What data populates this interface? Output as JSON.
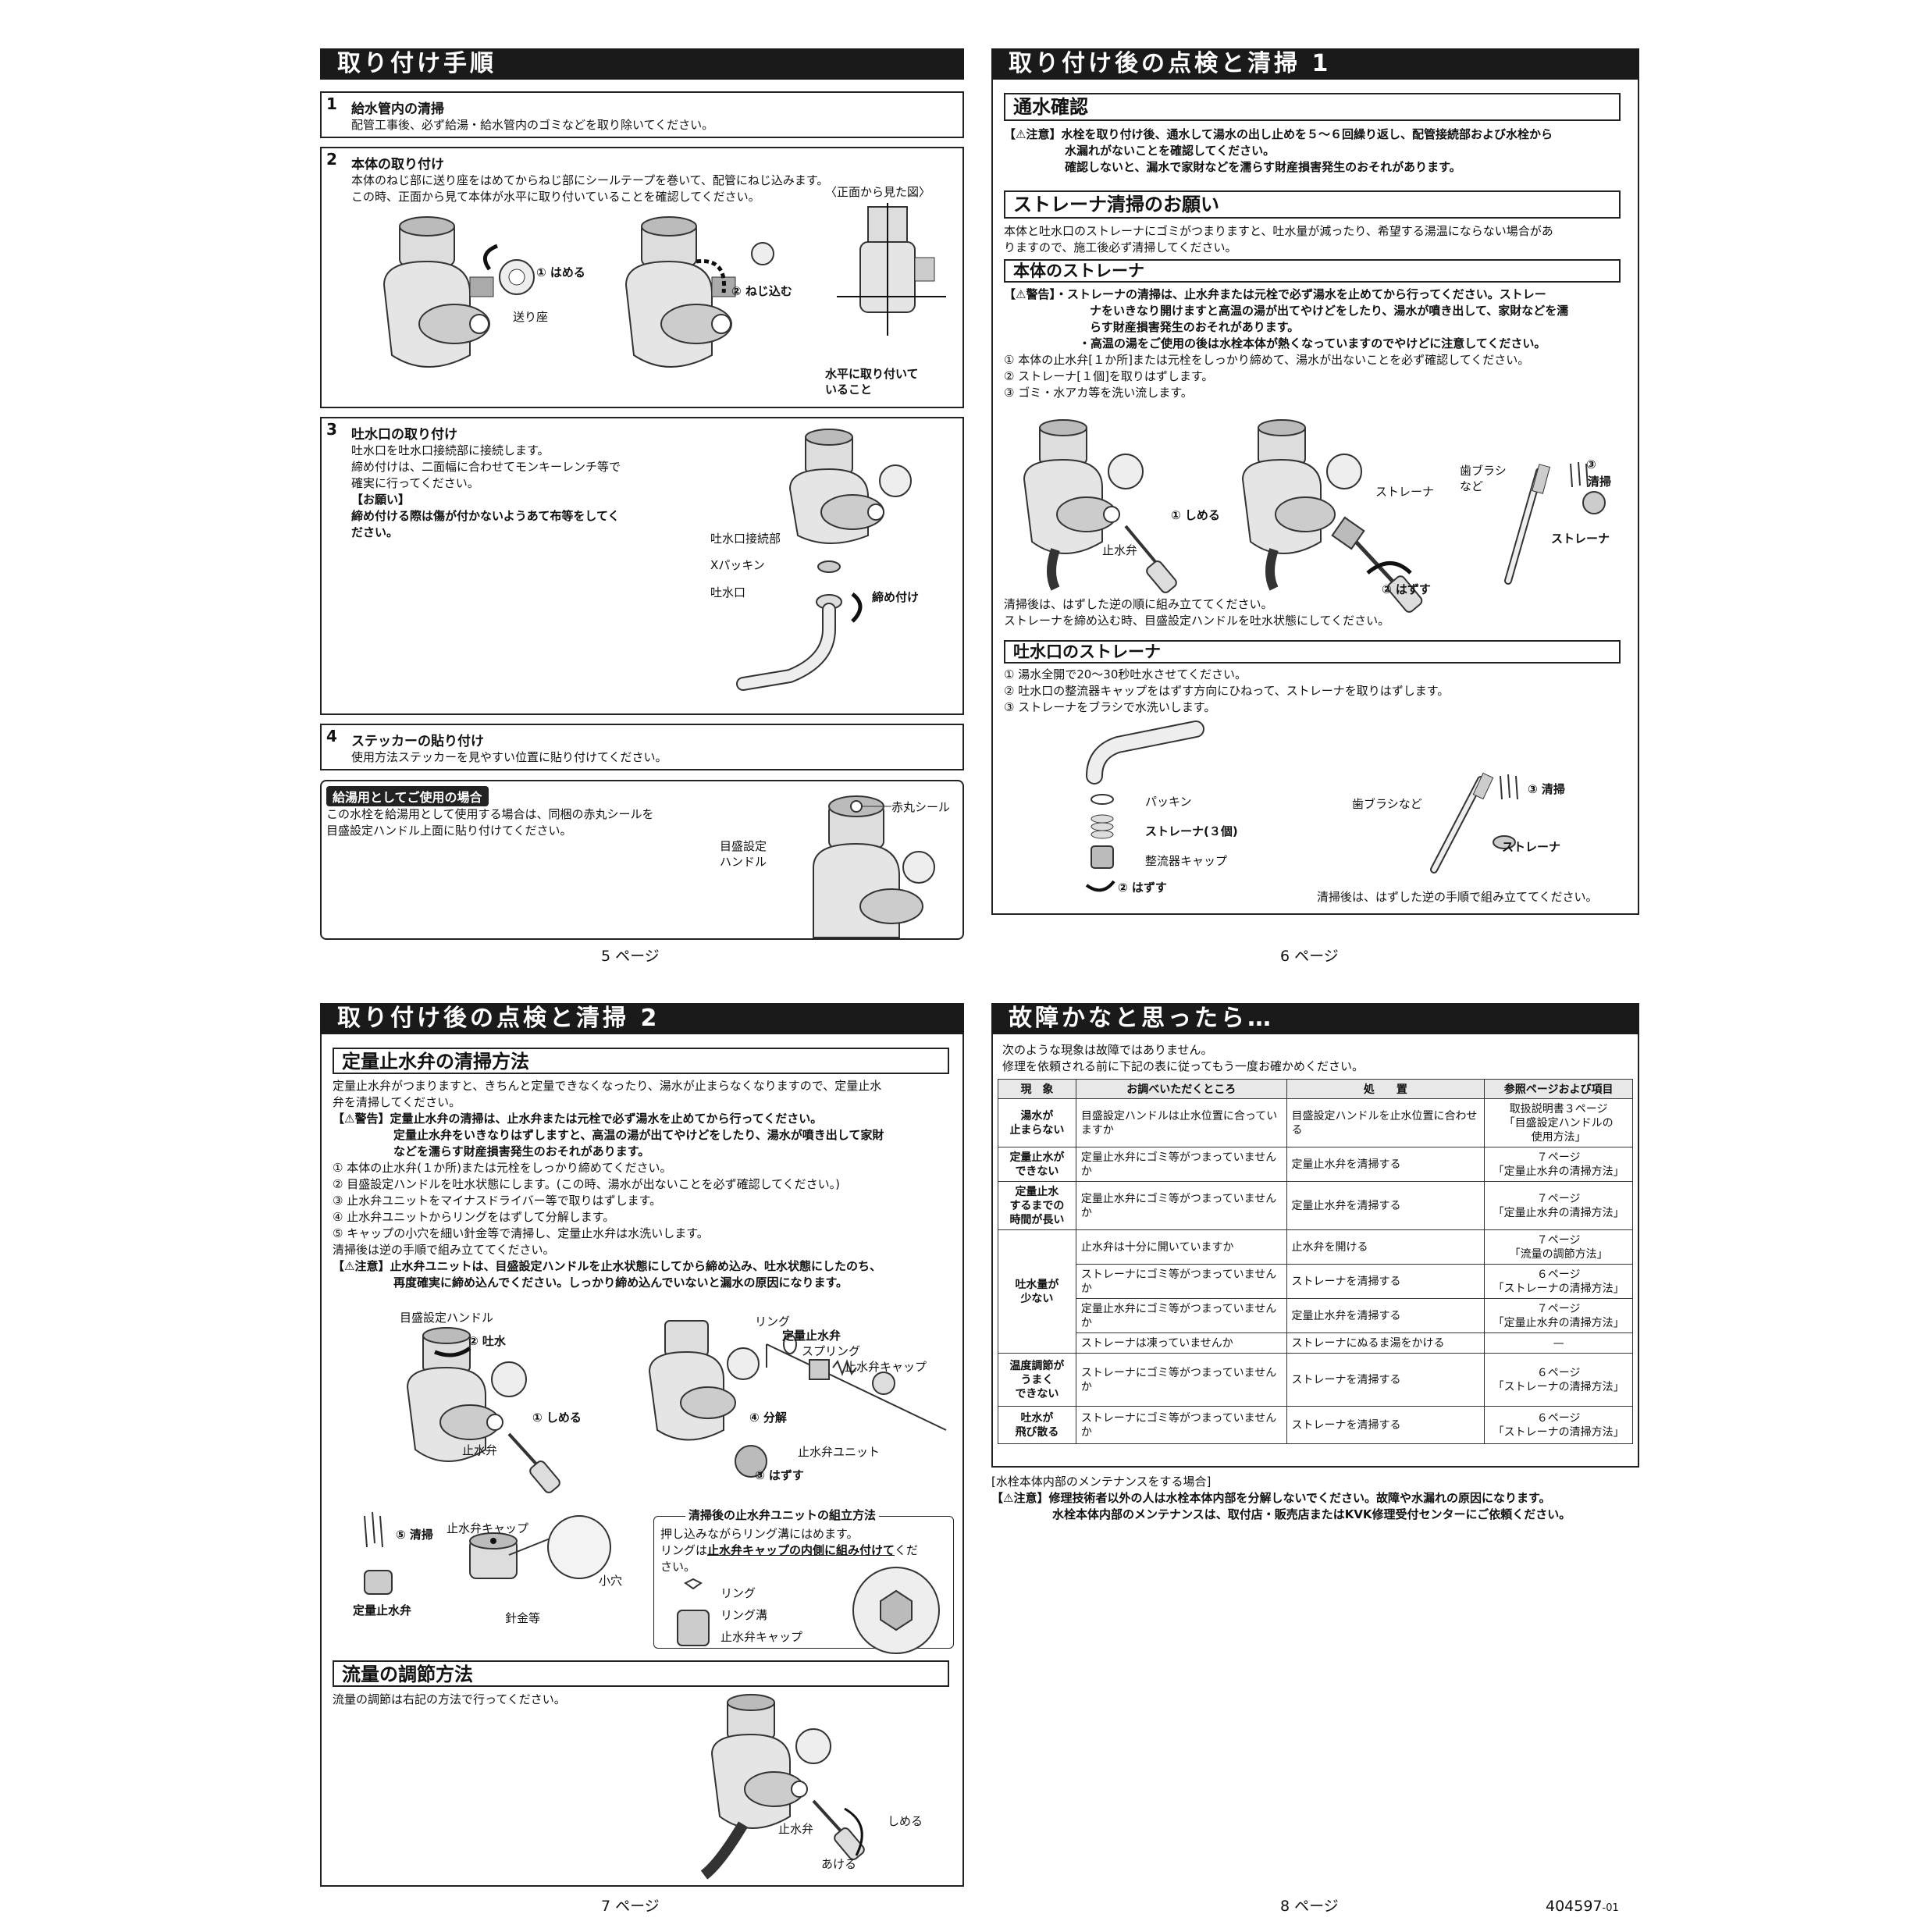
{
  "p5": {
    "banner": "取り付け手順",
    "s1": {
      "num": "1",
      "title": "給水管内の清掃",
      "text": "配管工事後、必ず給湯・給水管内のゴミなどを取り除いてください。"
    },
    "s2": {
      "num": "2",
      "title": "本体の取り付け",
      "text1": "本体のねじ部に送り座をはめてからねじ部にシールテープを巻いて、配管にねじ込みます。",
      "text2": "この時、正面から見て本体が水平に取り付いていることを確認してください。",
      "lbl_hameru": "① はめる",
      "lbl_okuriza": "送り座",
      "lbl_nejikomu": "② ねじ込む",
      "lbl_front": "〈正面から見た図〉",
      "lbl_horizontal1": "水平に取り付いて",
      "lbl_horizontal2": "いること"
    },
    "s3": {
      "num": "3",
      "title": "吐水口の取り付け",
      "text1": "吐水口を吐水口接続部に接続します。",
      "text2": "締め付けは、二面幅に合わせてモンキーレンチ等で",
      "text3": "確実に行ってください。",
      "note_title": "【お願い】",
      "note1": "締め付ける際は傷が付かないようあて布等をしてく",
      "note2": "ださい。",
      "lbl_connect": "吐水口接続部",
      "lbl_xpacking": "Xパッキン",
      "lbl_spout": "吐水口",
      "lbl_tighten": "締め付け"
    },
    "s4": {
      "num": "4",
      "title": "ステッカーの貼り付け",
      "text": "使用方法ステッカーを見やすい位置に貼り付けてください。"
    },
    "hot": {
      "tag": "給湯用としてご使用の場合",
      "text1": "この水栓を給湯用として使用する場合は、同梱の赤丸シールを",
      "text2": "目盛設定ハンドル上面に貼り付けてください。",
      "lbl_seal": "赤丸シール",
      "lbl_handle1": "目盛設定",
      "lbl_handle2": "ハンドル"
    },
    "page": "5 ページ"
  },
  "p6": {
    "banner": "取り付け後の点検と清掃 1",
    "water_check": {
      "title": "通水確認",
      "caution": "【⚠注意】水栓を取り付け後、通水して湯水の出し止めを５～６回繰り返し、配管接続部および水栓から",
      "c2": "水漏れがないことを確認してください。",
      "c3": "確認しないと、漏水で家財などを濡らす財産損害発生のおそれがあります。"
    },
    "strainer_req": {
      "title": "ストレーナ清掃のお願い",
      "t1": "本体と吐水口のストレーナにゴミがつまりますと、吐水量が減ったり、希望する湯温にならない場合があ",
      "t2": "りますので、施工後必ず清掃してください。"
    },
    "body_strainer": {
      "title": "本体のストレーナ",
      "w1": "【⚠警告】・ストレーナの清掃は、止水弁または元栓で必ず湯水を止めてから行ってください。ストレー",
      "w2": "ナをいきなり開けますと高温の湯が出てやけどをしたり、湯水が噴き出して、家財などを濡",
      "w3": "らす財産損害発生のおそれがあります。",
      "w4": "・高温の湯をご使用の後は水栓本体が熱くなっていますのでやけどに注意してください。",
      "step1": "① 本体の止水弁[１か所]または元栓をしっかり締めて、湯水が出ないことを必ず確認してください。",
      "step2": "② ストレーナ[１個]を取りはずします。",
      "step3": "③ ゴミ・水アカ等を洗い流します。",
      "lbl_shimeru": "① しめる",
      "lbl_valve": "止水弁",
      "lbl_strainer": "ストレーナ",
      "lbl_hazusu": "② はずす",
      "lbl_brush1": "歯ブラシ",
      "lbl_brush2": "など",
      "lbl_clean1": "③",
      "lbl_clean2": "清掃",
      "lbl_strainer2": "ストレーナ",
      "after1": "清掃後は、はずした逆の順に組み立ててください。",
      "after2": "ストレーナを締め込む時、目盛設定ハンドルを吐水状態にしてください。"
    },
    "spout_strainer": {
      "title": "吐水口のストレーナ",
      "step1": "① 湯水全開で20〜30秒吐水させてください。",
      "step2": "② 吐水口の整流器キャップをはずす方向にひねって、ストレーナを取りはずします。",
      "step3": "③ ストレーナをブラシで水洗いします。",
      "lbl_packing": "パッキン",
      "lbl_strainer3": "ストレーナ(３個)",
      "lbl_cap": "整流器キャップ",
      "lbl_hazusu": "② はずす",
      "lbl_brush": "歯ブラシなど",
      "lbl_clean": "③ 清掃",
      "lbl_strainer": "ストレーナ",
      "after": "清掃後は、はずした逆の手順で組み立ててください。"
    },
    "page": "6 ページ"
  },
  "p7": {
    "banner": "取り付け後の点検と清掃 2",
    "valve_clean": {
      "title": "定量止水弁の清掃方法",
      "t1": "定量止水弁がつまりますと、きちんと定量できなくなったり、湯水が止まらなくなりますので、定量止水",
      "t2": "弁を清掃してください。",
      "w1": "【⚠警告】定量止水弁の清掃は、止水弁または元栓で必ず湯水を止めてから行ってください。",
      "w2": "定量止水弁をいきなりはずしますと、高温の湯が出てやけどをしたり、湯水が噴き出して家財",
      "w3": "などを濡らす財産損害発生のおそれがあります。",
      "s1": "① 本体の止水弁(１か所)または元栓をしっかり締めてください。",
      "s2": "② 目盛設定ハンドルを吐水状態にします。(この時、湯水が出ないことを必ず確認してください。)",
      "s3": "③ 止水弁ユニットをマイナスドライバー等で取りはずします。",
      "s4": "④ 止水弁ユニットからリングをはずして分解します。",
      "s5": "⑤ キャップの小穴を細い針金等で清掃し、定量止水弁は水洗いします。",
      "s6": "清掃後は逆の手順で組み立ててください。",
      "c1": "【⚠注意】止水弁ユニットは、目盛設定ハンドルを止水状態にしてから締め込み、吐水状態にしたのち、",
      "c2": "再度確実に締め込んでください。しっかり締め込んでいないと漏水の原因になります。",
      "lbl_handle": "目盛設定ハンドル",
      "lbl_toshui": "② 吐水",
      "lbl_shimeru": "① しめる",
      "lbl_valve": "止水弁",
      "lbl_ring": "リング",
      "lbl_teiryo": "定量止水弁",
      "lbl_spring": "スプリング",
      "lbl_cap": "止水弁キャップ",
      "lbl_bunkai": "④ 分解",
      "lbl_unit": "止水弁ユニット",
      "lbl_hazusu": "③ はずす",
      "lbl_clean": "⑤ 清掃",
      "lbl_cap2": "止水弁キャップ",
      "lbl_teiryo2": "定量止水弁",
      "lbl_hole": "小穴",
      "lbl_wire": "針金等",
      "assembly_title": "清掃後の止水弁ユニットの組立方法",
      "a1": "押し込みながらリング溝にはめます。",
      "a2a": "リングは",
      "a2b": "止水弁キャップの内側に組み付けて",
      "a2c": "くだ",
      "a3": "さい。",
      "lbl_ring2": "リング",
      "lbl_groove": "リング溝",
      "lbl_cap3": "止水弁キャップ"
    },
    "flow": {
      "title": "流量の調節方法",
      "t1": "流量の調節は右記の方法で行ってください。",
      "lbl_shimeru": "しめる",
      "lbl_valve": "止水弁",
      "lbl_akeru": "あける"
    },
    "page": "7 ページ"
  },
  "p8": {
    "banner": "故障かなと思ったら…",
    "intro1": "次のような現象は故障ではありません。",
    "intro2": "修理を依頼される前に下記の表に従ってもう一度お確かめください。",
    "headers": [
      "現　象",
      "お調べいただくところ",
      "処　　置",
      "参照ページおよび項目"
    ],
    "rows": [
      {
        "sym": "湯水が\n止まらない",
        "check": "目盛設定ハンドルは止水位置に合っていますか",
        "action": "目盛設定ハンドルを止水位置に合わせる",
        "ref": "取扱説明書３ページ\n「目盛設定ハンドルの\n使用方法」"
      },
      {
        "sym": "定量止水が\nできない",
        "check": "定量止水弁にゴミ等がつまっていませんか",
        "action": "定量止水弁を清掃する",
        "ref": "７ページ\n「定量止水弁の清掃方法」"
      },
      {
        "sym": "定量止水\nするまでの\n時間が長い",
        "check": "定量止水弁にゴミ等がつまっていませんか",
        "action": "定量止水弁を清掃する",
        "ref": "７ページ\n「定量止水弁の清掃方法」"
      },
      {
        "sym": "吐水量が\n少ない",
        "check": "止水弁は十分に開いていますか",
        "action": "止水弁を開ける",
        "ref": "７ページ\n「流量の調節方法」"
      },
      {
        "sym": "",
        "check": "ストレーナにゴミ等がつまっていませんか",
        "action": "ストレーナを清掃する",
        "ref": "６ページ\n「ストレーナの清掃方法」"
      },
      {
        "sym": "",
        "check": "定量止水弁にゴミ等がつまっていませんか",
        "action": "定量止水弁を清掃する",
        "ref": "７ページ\n「定量止水弁の清掃方法」"
      },
      {
        "sym": "",
        "check": "ストレーナは凍っていませんか",
        "action": "ストレーナにぬるま湯をかける",
        "ref": "—"
      },
      {
        "sym": "温度調節が\nうまく\nできない",
        "check": "ストレーナにゴミ等がつまっていませんか",
        "action": "ストレーナを清掃する",
        "ref": "６ページ\n「ストレーナの清掃方法」"
      },
      {
        "sym": "吐水が\n飛び散る",
        "check": "ストレーナにゴミ等がつまっていませんか",
        "action": "ストレーナを清掃する",
        "ref": "６ページ\n「ストレーナの清掃方法」"
      }
    ],
    "maint_title": "[水栓本体内部のメンテナンスをする場合]",
    "maint1": "【⚠注意】修理技術者以外の人は水栓本体内部を分解しないでください。故障や水漏れの原因になります。",
    "maint2": "水栓本体内部のメンテナンスは、取付店・販売店またはKVK修理受付センターにご依頼ください。",
    "page": "8 ページ"
  },
  "doc_code": "404597",
  "doc_code_suffix": "-01"
}
